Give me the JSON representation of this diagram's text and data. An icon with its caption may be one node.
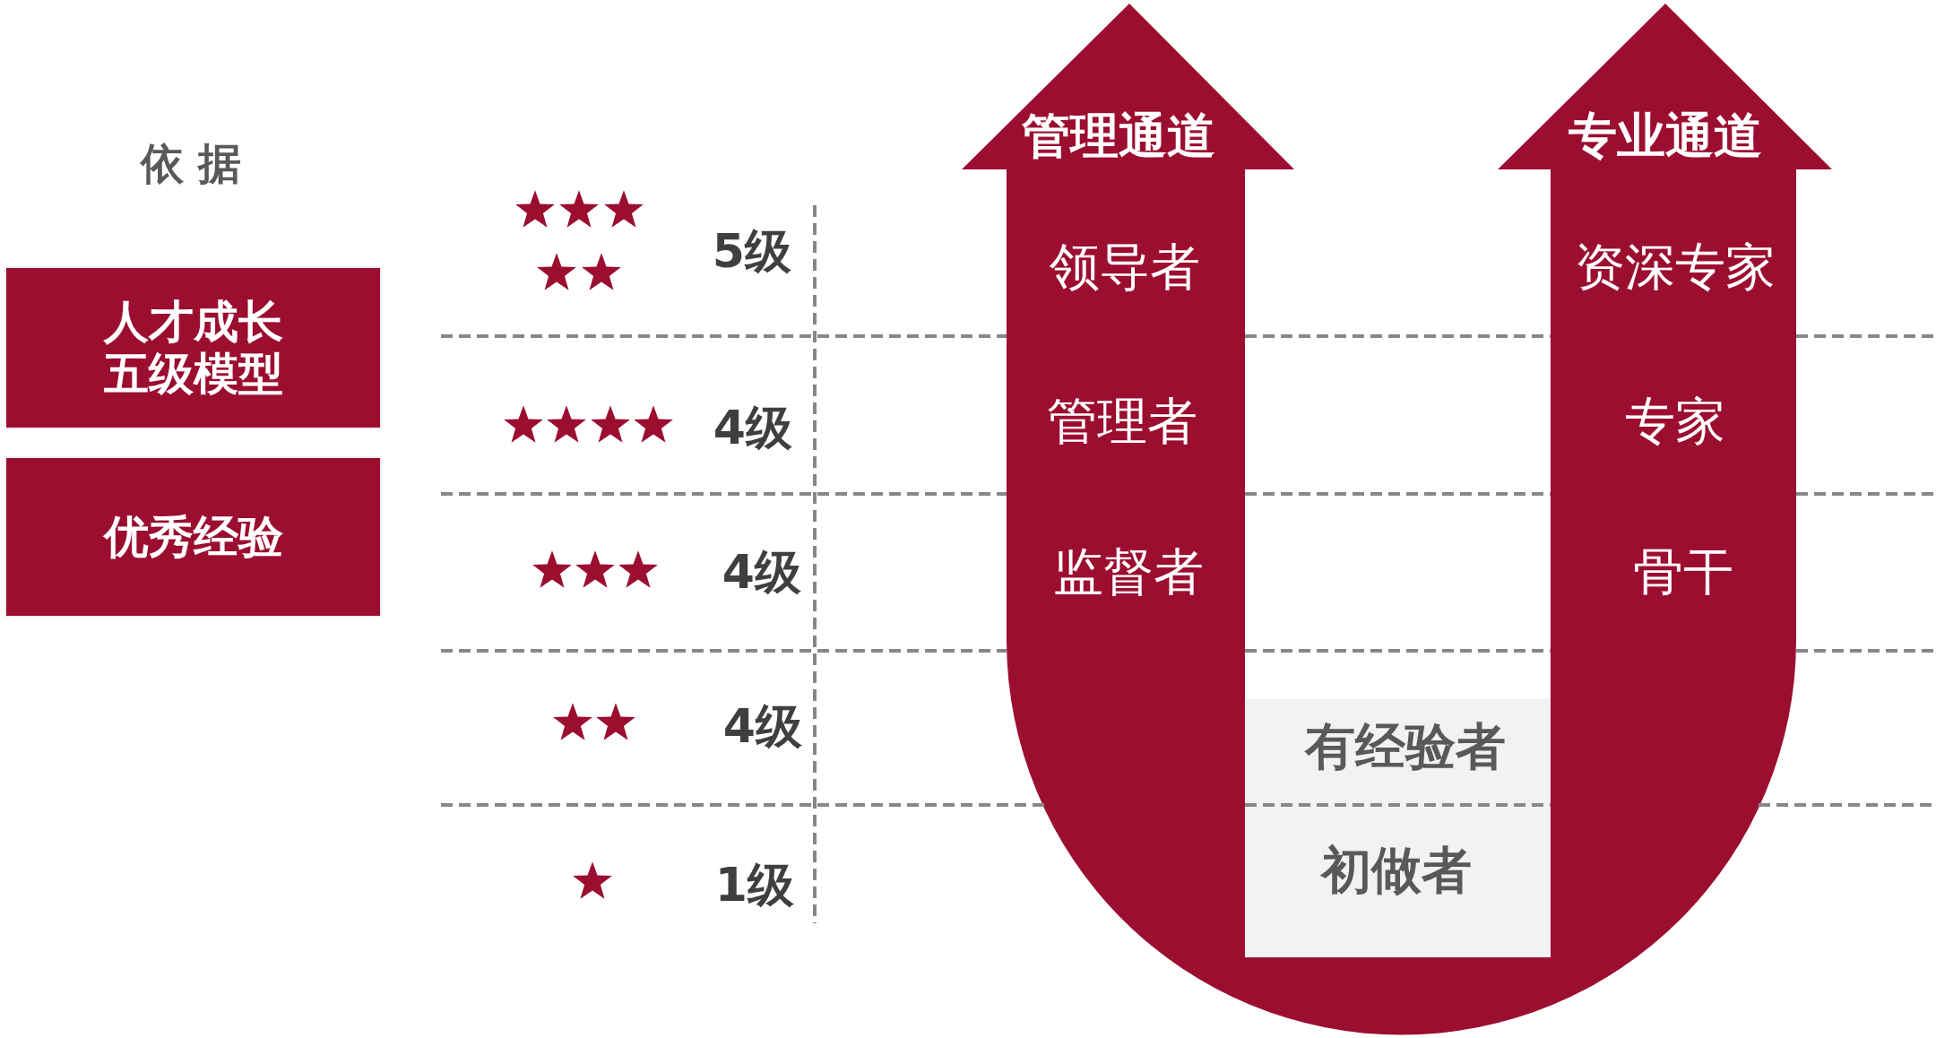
{
  "diagram": {
    "nodes": [
      {
        "text": [
          "人才成长五级模型"
        ]
      },
      {
        "text": [
          "优秀经验"
        ]
      },
      {
        "text": [
          "管理通道",
          "领导者",
          "管理者",
          "监督者",
          "专业通道",
          "资深专家",
          "专家",
          "骨干"
        ]
      },
      {
        "text": [
          "有经验者",
          "初做者"
        ]
      }
    ],
    "labels": [
      "依 据",
      "5级",
      "4级",
      "4级",
      "4级",
      "1级"
    ]
  }
}
